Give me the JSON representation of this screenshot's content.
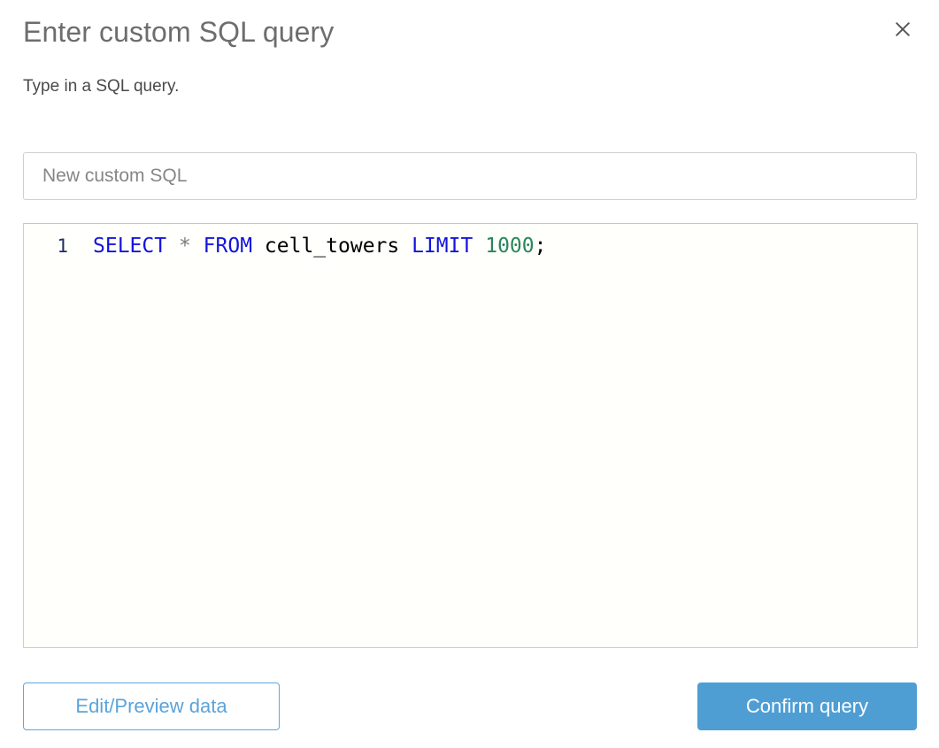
{
  "dialog": {
    "title": "Enter custom SQL query",
    "subtitle": "Type in a SQL query.",
    "close_icon": "close-icon"
  },
  "name_field": {
    "value": "",
    "placeholder": "New custom SQL"
  },
  "editor": {
    "line_number": "1",
    "full_query": "SELECT * FROM cell_towers LIMIT 1000;",
    "tokens": {
      "select": "SELECT",
      "space1": " ",
      "star": "*",
      "space2": " ",
      "from": "FROM",
      "space3": " ",
      "table": "cell_towers",
      "space4": " ",
      "limit": "LIMIT",
      "space5": " ",
      "number": "1000",
      "semicolon": ";"
    },
    "colors": {
      "keyword": "#1414dd",
      "operator": "#7c7c7c",
      "identifier": "#000000",
      "number": "#2a8659",
      "gutter": "#1f2d6b",
      "background": "#fffffb"
    }
  },
  "footer": {
    "secondary_label": "Edit/Preview data",
    "primary_label": "Confirm query",
    "primary_color": "#4e9ed4",
    "secondary_color": "#5ba3da"
  }
}
